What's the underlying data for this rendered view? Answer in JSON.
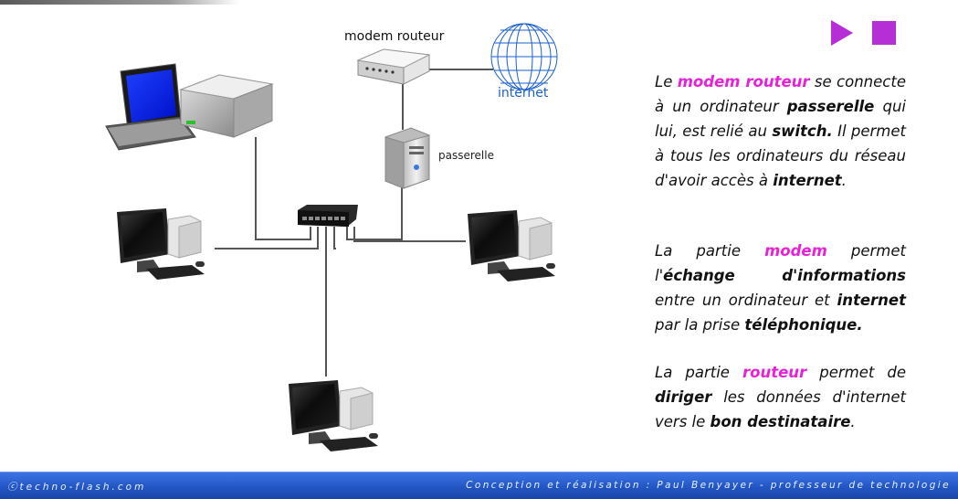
{
  "labels": {
    "modem": "modem routeur",
    "internet": "internet",
    "passerelle": "passerelle"
  },
  "media_controls": [
    "play-icon",
    "stop-icon"
  ],
  "colors": {
    "highlight": "#e820d8",
    "accent": "#b62ed6",
    "internet_label": "#1a5fd0",
    "footer": "#2356c4"
  },
  "paragraph1": {
    "t1": "Le ",
    "h1": "modem routeur",
    "t2": " se connecte à un ordinateur ",
    "b1": "passerelle",
    "t3": " qui lui, est relié au ",
    "b2": "switch.",
    "t4": " Il permet à tous les ordinateurs du réseau d'avoir accès à ",
    "b3": "internet",
    "t5": "."
  },
  "paragraph2": {
    "t1": "La partie ",
    "h1": "modem",
    "t2": " permet l'",
    "b1": "échange d'informations",
    "t3": " entre un ordinateur et ",
    "b2": "internet",
    "t4": " par la prise ",
    "b3": "téléphonique."
  },
  "paragraph3": {
    "t1": "La partie ",
    "h1": "routeur",
    "t2": " permet de ",
    "b1": "diriger",
    "t3": " les données d'internet vers le ",
    "b2": "bon destinataire",
    "t4": "."
  },
  "footer": {
    "left": "ⓒtechno-flash.com",
    "right": "Conception et réalisation : Paul Benyayer - professeur de technologie"
  }
}
